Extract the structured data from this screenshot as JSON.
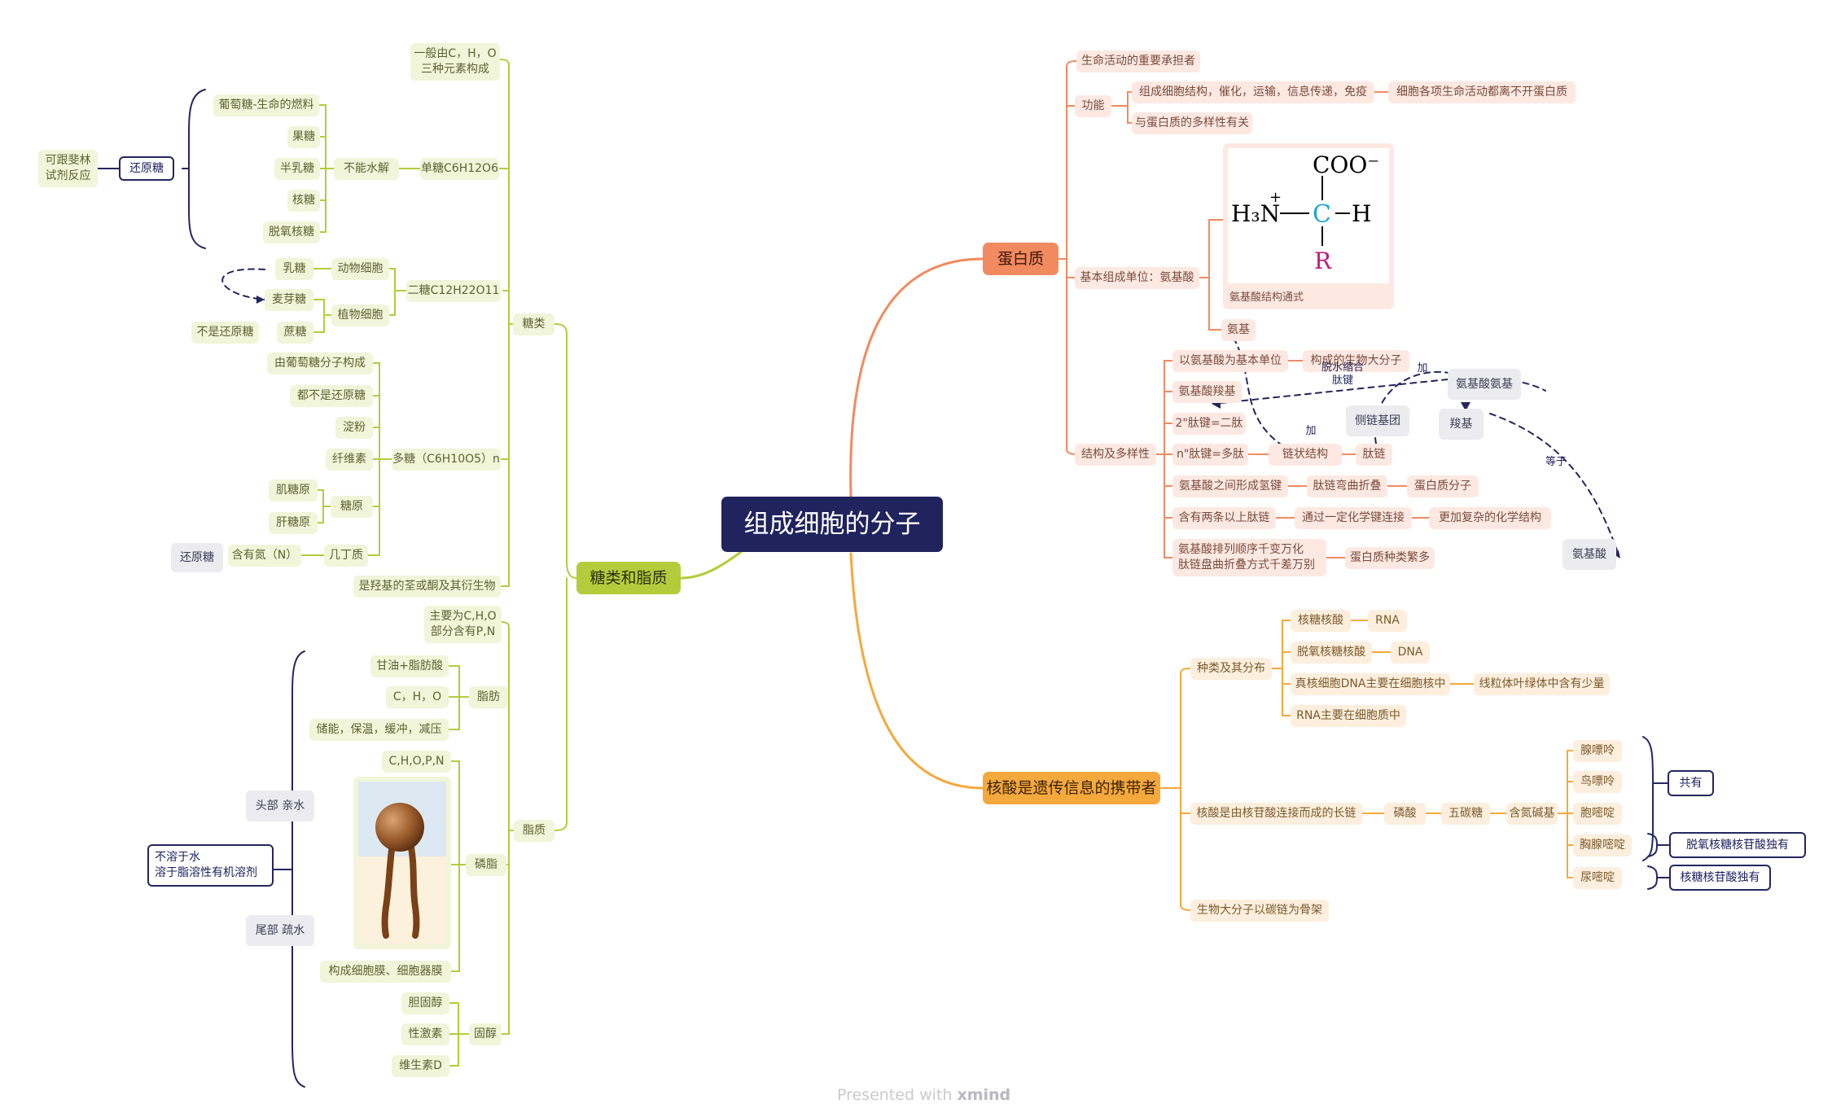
{
  "root": "组成细胞的分子",
  "watermark": {
    "text": "Presented with",
    "brand": "xmind"
  },
  "colors": {
    "root": "#20235e",
    "sugar_branch": "#b4cc3b",
    "protein_branch": "#f18a5f",
    "nucleic_branch": "#f5a83c",
    "annotation": "#24265f"
  },
  "left": {
    "branch": "糖类和脂质",
    "sugar": {
      "title": "糖类",
      "composition": "一般由C，H，O\n三种元素构成",
      "mono": {
        "title": "单糖C6H12O6",
        "group": "不能水解",
        "items": [
          "葡萄糖-生命的燃料",
          "果糖",
          "半乳糖",
          "核糖",
          "脱氧核糖"
        ],
        "note": "还原糖",
        "reaction": "可跟斐林\n试剂反应"
      },
      "di": {
        "title": "二糖C12H22O11",
        "animal": "动物细胞",
        "plant": "植物细胞",
        "lactose": "乳糖",
        "maltose": "麦芽糖",
        "sucrose": "蔗糖",
        "sucrose_note": "不是还原糖"
      },
      "poly": {
        "title": "多糖（C6H10O5）n",
        "items": [
          "由葡萄糖分子构成",
          "都不是还原糖",
          "淀粉",
          "纤维素"
        ],
        "glycogen": "糖原",
        "glycogen_items": [
          "肌糖原",
          "肝糖原"
        ],
        "chitin": "几丁质",
        "chitin_item": "含有氮（N）",
        "chitin_note": "还原糖"
      },
      "definition": "是羟基的荃或酮及其衍生物"
    },
    "lipid": {
      "title": "脂质",
      "composition": "主要为C,H,O\n部分含有P,N",
      "fat": {
        "title": "脂肪",
        "items": [
          "甘油+脂肪酸",
          "C，H，O",
          "储能，保温，缓冲，减压"
        ]
      },
      "phospholipid": {
        "title": "磷脂",
        "elements": "C,H,O,P,N",
        "function": "构成细胞膜、细胞器膜"
      },
      "sterol": {
        "title": "固醇",
        "items": [
          "胆固醇",
          "性激素",
          "维生素D"
        ]
      },
      "head": "头部 亲水",
      "tail": "尾部 疏水",
      "solubility": "不溶于水\n溶于脂溶性有机溶剂"
    }
  },
  "right": {
    "protein": {
      "title": "蛋白质",
      "role": "生命活动的重要承担者",
      "function": {
        "title": "功能",
        "item1": "组成细胞结构，催化，运输，信息传递，免疫",
        "item1_note": "细胞各项生命活动都离不开蛋白质",
        "item2": "与蛋白质的多样性有关"
      },
      "unit": {
        "title": "基本组成单位：氨基酸",
        "formula_caption": "氨基酸结构通式",
        "formula": {
          "top": "COO⁻",
          "left": "H₃N",
          "plus": "+",
          "center": "C",
          "right": "H",
          "bottom": "R"
        },
        "amino": "氨基"
      },
      "structure": {
        "title": "结构及多样性",
        "s1": "以氨基酸为基本单位",
        "s1_note": "构成的生物大分子",
        "s2": "氨基酸羧基",
        "s3": "2\"肽键=二肽",
        "s4": "n\"肽键=多肽",
        "s4_a": "链状结构",
        "s4_b": "肽链",
        "s5": "氨基酸之间形成氢键",
        "s5_a": "肽链弯曲折叠",
        "s5_b": "蛋白质分子",
        "s6": "含有两条以上肽链",
        "s6_a": "通过一定化学键连接",
        "s6_b": "更加复杂的化学结构",
        "s7": "氨基酸排列顺序千变万化\n肽链盘曲折叠方式千差万别",
        "s7_a": "蛋白质种类繁多",
        "side_group": "侧链基团",
        "amino_amino": "氨基酸氨基",
        "carboxyl": "羧基",
        "amino_acid": "氨基酸",
        "lbl_dehydration": "脱水缩合\n肽键",
        "lbl_add1": "加",
        "lbl_add2": "加",
        "lbl_equal": "等于"
      }
    },
    "nucleic": {
      "title": "核酸是遗传信息的携带者",
      "dist": {
        "title": "种类及其分布",
        "ribo": "核糖核酸",
        "rna": "RNA",
        "deoxy": "脱氧核糖核酸",
        "dna": "DNA",
        "euk": "真核细胞DNA主要在细胞核中",
        "euk_note": "线粒体叶绿体中含有少量",
        "rna_loc": "RNA主要在细胞质中"
      },
      "chain": {
        "title": "核酸是由核苷酸连接而成的长链",
        "phosphate": "磷酸",
        "pentose": "五碳糖",
        "base": "含氮碱基",
        "bases": [
          "腺嘌呤",
          "鸟嘌呤",
          "胞嘧啶",
          "胸腺嘧啶",
          "尿嘧啶"
        ],
        "common": "共有",
        "dna_only": "脱氧核糖核苷酸独有",
        "rna_only": "核糖核苷酸独有"
      },
      "carbon": "生物大分子以碳链为骨架"
    }
  }
}
